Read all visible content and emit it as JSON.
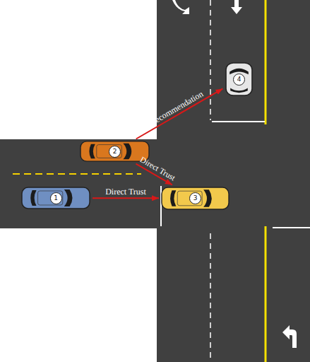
{
  "diagram": {
    "nodes": [
      {
        "text": [
          "1"
        ]
      },
      {
        "text": [
          "2"
        ]
      },
      {
        "text": [
          "3"
        ]
      },
      {
        "text": [
          "4"
        ]
      }
    ],
    "edges": [
      {
        "from": 0,
        "to": 2,
        "label": "Direct Trust",
        "arrow": "to"
      },
      {
        "from": 1,
        "to": 2,
        "label": "Direct Trust",
        "arrow": "to"
      },
      {
        "from": 1,
        "to": 3,
        "label": "Recommendation",
        "arrow": "to"
      }
    ]
  }
}
